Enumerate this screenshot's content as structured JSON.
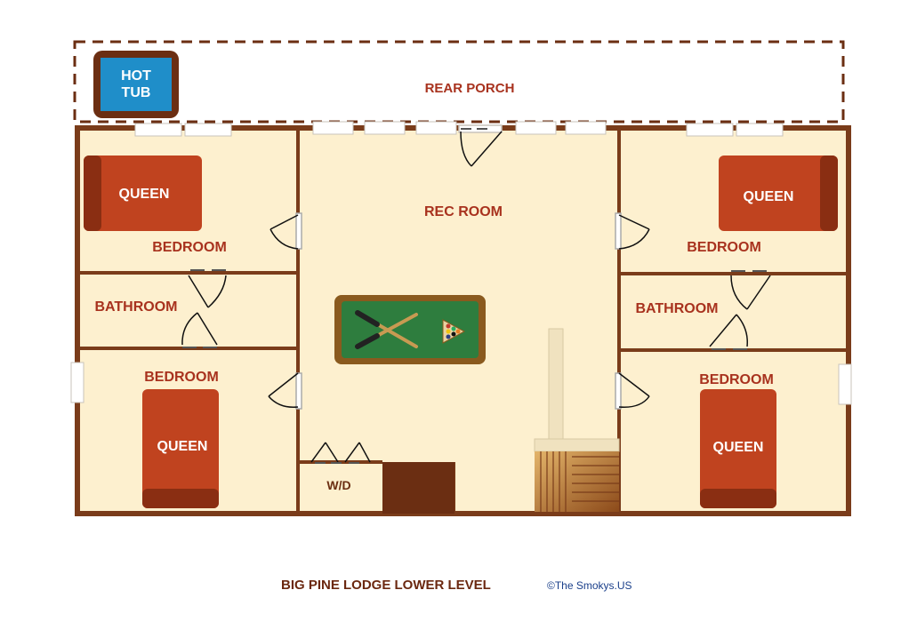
{
  "labels": {
    "rear_porch": "REAR PORCH",
    "hot_tub_line1": "HOT",
    "hot_tub_line2": "TUB",
    "rec_room": "REC ROOM",
    "bedroom": "BEDROOM",
    "bathroom": "BATHROOM",
    "queen": "QUEEN",
    "wd": "W/D"
  },
  "caption": "BIG PINE LODGE LOWER LEVEL",
  "copyright": "©The Smokys.US",
  "colors": {
    "wall": "#7a3c1a",
    "floor": "#fdf0cf",
    "bed": "#c0431f",
    "headboard": "#8a2e12",
    "hot_tub": "#1f8ec9",
    "pool_felt": "#2e7d3e",
    "porch_border": "#6b2e12",
    "label": "#a8321e"
  }
}
